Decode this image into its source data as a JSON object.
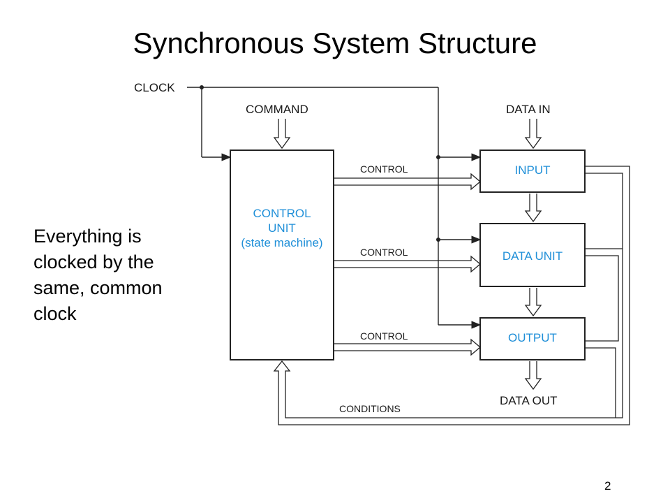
{
  "slide": {
    "title": "Synchronous System Structure",
    "caption": "Everything is clocked by the same, common clock",
    "page_number": "2"
  },
  "diagram": {
    "clock_label": "CLOCK",
    "command_label": "COMMAND",
    "data_in_label": "DATA IN",
    "data_out_label": "DATA OUT",
    "conditions_label": "CONDITIONS",
    "control_labels": [
      "CONTROL",
      "CONTROL",
      "CONTROL"
    ],
    "control_unit_lines": [
      "CONTROL",
      "UNIT",
      "(state machine)"
    ],
    "input_label": "INPUT",
    "data_unit_label": "DATA UNIT",
    "output_label": "OUTPUT",
    "colors": {
      "block_text": "#1f8fd8",
      "lines": "#222222"
    }
  }
}
